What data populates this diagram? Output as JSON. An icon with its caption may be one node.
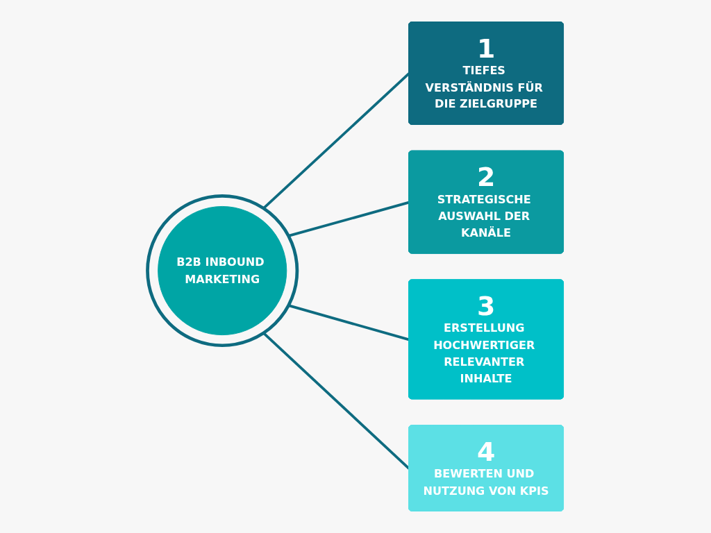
{
  "diagram": {
    "nodes": [
      {
        "text": [
          "B2B INBOUND MARKETING"
        ]
      },
      {
        "text": [
          "1",
          "TIEFES VERSTÄNDNIS FÜR DIE ZIELGRUPPE"
        ]
      },
      {
        "text": [
          "2",
          "STRATEGISCHE AUSWAHL DER KANÄLE"
        ]
      },
      {
        "text": [
          "3",
          "ERSTELLUNG HOCHWERTIGER RELEVANTER INHALTE"
        ]
      },
      {
        "text": [
          "4",
          "BEWERTEN UND NUTZUNG VON KPIS"
        ]
      }
    ],
    "edges": [
      {
        "from": 0,
        "to": 1,
        "arrow": "none"
      },
      {
        "from": 0,
        "to": 2,
        "arrow": "none"
      },
      {
        "from": 0,
        "to": 3,
        "arrow": "none"
      },
      {
        "from": 0,
        "to": 4,
        "arrow": "none"
      }
    ]
  }
}
